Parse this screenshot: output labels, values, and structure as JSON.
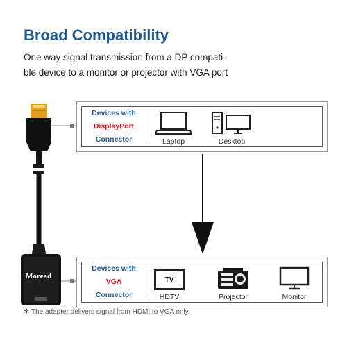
{
  "header": {
    "title": "Broad Compatibility",
    "desc_line1": "One way signal transmission from a DP compati-",
    "desc_line2": "ble device to a monitor or projector with VGA port"
  },
  "top_panel": {
    "label_line1": "Devices with",
    "label_line2": "DisplayPort",
    "label_line3": "Connector",
    "devices": [
      {
        "name": "Laptop",
        "icon": "laptop-icon"
      },
      {
        "name": "Desktop",
        "icon": "desktop-icon"
      }
    ]
  },
  "bottom_panel": {
    "label_line1": "Devices with",
    "label_line2": "VGA",
    "label_line3": "Connector",
    "devices": [
      {
        "name": "HDTV",
        "icon": "tv-icon",
        "badge": "TV"
      },
      {
        "name": "Projector",
        "icon": "projector-icon"
      },
      {
        "name": "Monitor",
        "icon": "monitor-icon"
      }
    ]
  },
  "adapter": {
    "brand": "Moread"
  },
  "footnote": "✻ The adapter delivers signal from HDMI to VGA only.",
  "colors": {
    "title_blue": "#1f5a8e",
    "accent_red": "#d8202a",
    "dp_gold": "#e0a21e"
  }
}
